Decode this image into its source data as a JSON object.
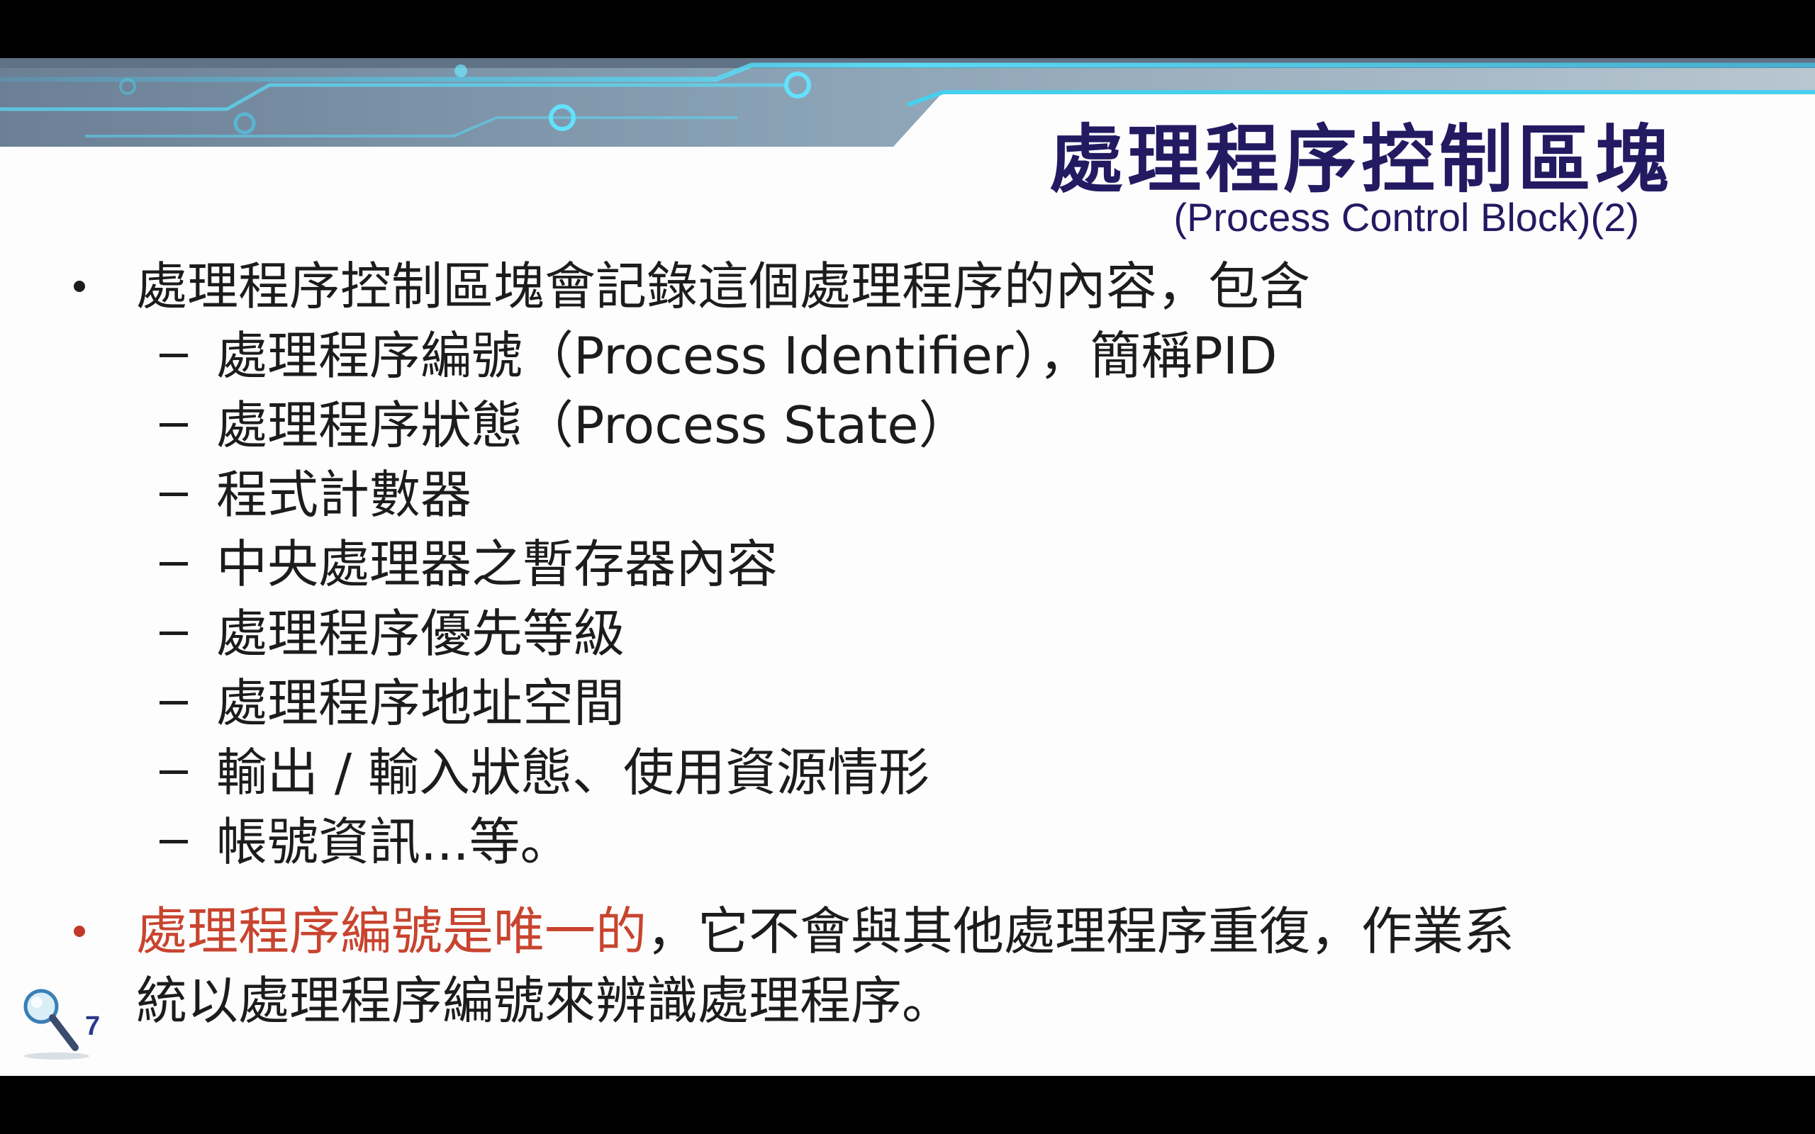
{
  "slide": {
    "title": "處理程序控制區塊",
    "subtitle": "(Process Control Block)(2)",
    "bullet1": "處理程序控制區塊會記錄這個處理程序的內容，包含",
    "sub_items": [
      "處理程序編號（Process Identifier），簡稱PID",
      "處理程序狀態（Process State）",
      "程式計數器",
      "中央處理器之暫存器內容",
      "處理程序優先等級",
      "處理程序地址空間",
      "輸出 / 輸入狀態、使用資源情形",
      "帳號資訊...等。"
    ],
    "bullet2_highlight": "處理程序編號是唯一的",
    "bullet2_rest_line1": "，它不會與其他處理程序重復，作業系",
    "bullet2_line2": "統以處理程序編號來辨識處理程序。",
    "page_number": "7"
  },
  "colors": {
    "title": "#231a62",
    "highlight": "#c8442f",
    "body_text": "#1c1c1c",
    "banner_accent": "#4fd6f0"
  },
  "icons": {
    "banner": "circuit-banner",
    "logo": "magnifier-logo-icon"
  }
}
